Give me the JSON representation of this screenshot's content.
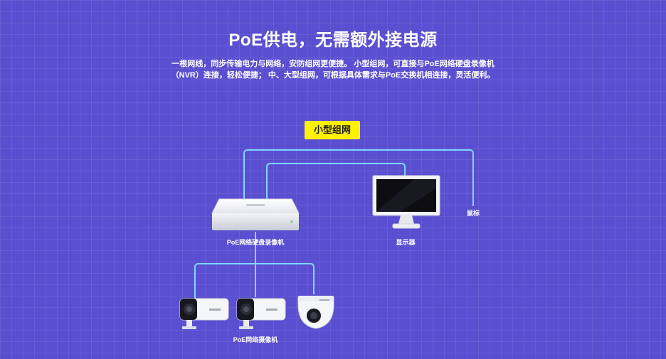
{
  "header": {
    "title": "PoE供电，无需额外接电源",
    "subtitle_line1": "一根网线，同步传输电力与网络，安防组网更便捷。 小型组网，可直接与PoE网络硬盘录像机",
    "subtitle_line2": "（NVR）连接，轻松便捷； 中、大型组网，可根据具体需求与PoE交换机相连接，灵活便利。"
  },
  "diagram": {
    "badge": "小型组网",
    "nvr_label": "PoE网络硬盘录像机",
    "monitor_label": "显示器",
    "mouse_label": "鼠标",
    "camera_label": "PoE网络摄像机",
    "line_color": "#7fd6ff",
    "badge_color": "#fff200"
  }
}
